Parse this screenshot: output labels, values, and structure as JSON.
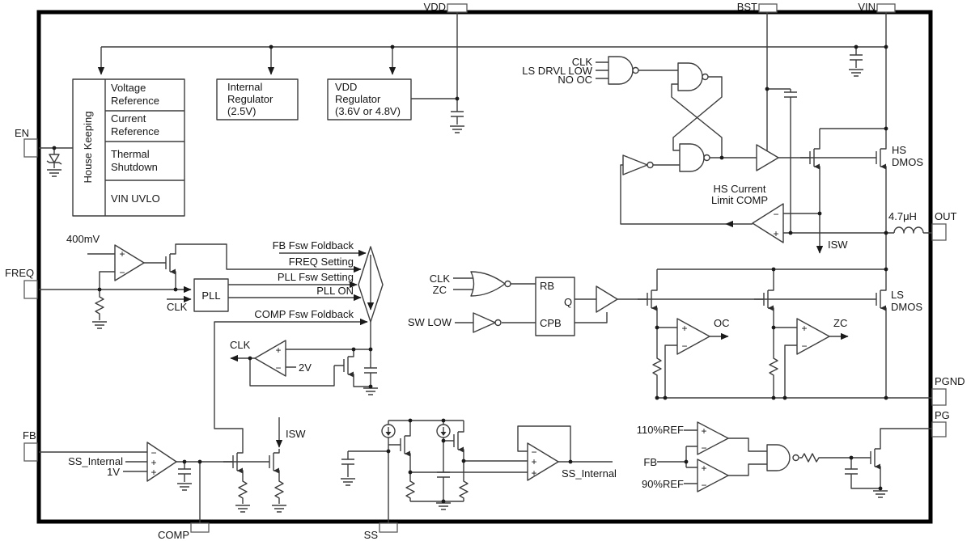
{
  "glyphs": {
    "plus": "+",
    "minus": "−"
  },
  "pins": {
    "vdd": "VDD",
    "bst": "BST",
    "vin": "VIN",
    "en": "EN",
    "freq": "FREQ",
    "fb": "FB",
    "comp": "COMP",
    "ss": "SS",
    "out": "OUT",
    "pgnd": "PGND",
    "pg": "PG"
  },
  "blocks": {
    "house_keeping": "House Keeping",
    "voltage_reference_1": "Voltage",
    "voltage_reference_2": "Reference",
    "current_reference_1": "Current",
    "current_reference_2": "Reference",
    "thermal_shutdown_1": "Thermal",
    "thermal_shutdown_2": "Shutdown",
    "vin_uvlo": "VIN UVLO",
    "internal_regulator_1": "Internal",
    "internal_regulator_2": "Regulator",
    "internal_regulator_3": "(2.5V)",
    "vdd_regulator_1": "VDD",
    "vdd_regulator_2": "Regulator",
    "vdd_regulator_3": "(3.6V or 4.8V)",
    "pll": "PLL",
    "flipflop": {
      "rb": "RB",
      "q": "Q",
      "cpb": "CPB"
    }
  },
  "signals": {
    "clk": "CLK",
    "ls_drvl_low": "LS DRVL LOW",
    "no_oc": "NO OC",
    "hs_current_limit_1": "HS Current",
    "hs_current_limit_2": "Limit COMP",
    "hs": "HS",
    "ls": "LS",
    "dmos": "DMOS",
    "isw": "ISW",
    "inductor": "4.7μH",
    "ref_400mv": "400mV",
    "ref_2v": "2V",
    "ref_1v": "1V",
    "fb_fsw_foldback": "FB Fsw Foldback",
    "freq_setting": "FREQ Setting",
    "pll_fsw_setting": "PLL Fsw Setting",
    "pll_on": "PLL ON",
    "comp_fsw_foldback": "COMP Fsw Foldback",
    "zc": "ZC",
    "sw_low": "SW LOW",
    "oc": "OC",
    "ss_internal": "SS_Internal",
    "ref_110": "110%REF",
    "ref_90": "90%REF",
    "fb": "FB"
  }
}
